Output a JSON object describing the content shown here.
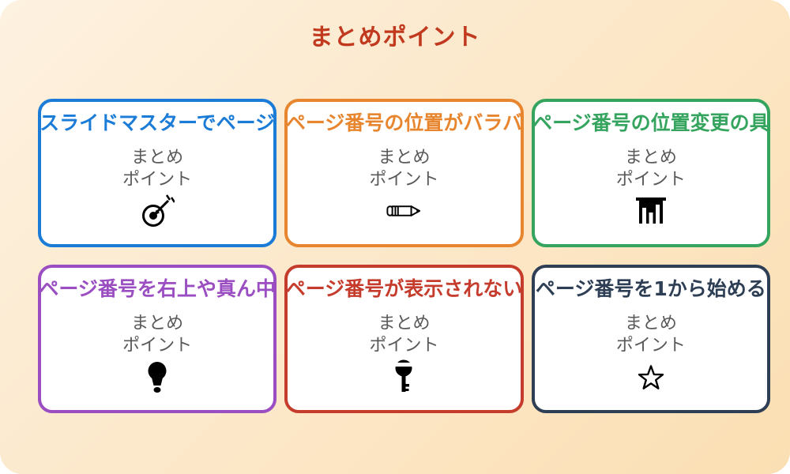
{
  "page": {
    "title": "まとめポイント",
    "title_color": "#c13a1f"
  },
  "theme": {
    "bg_gradient_start": "#fdf1e0",
    "bg_gradient_end": "#fbdfb3",
    "card_bg": "#ffffff",
    "body_text_color": "#595959"
  },
  "card_body": {
    "line1": "まとめ",
    "line2": "ポイント"
  },
  "cards": [
    {
      "title": "スライドマスターでページ",
      "color": "#1b7cd8",
      "icon": "target-arrow-icon"
    },
    {
      "title": "ページ番号の位置がバラバ",
      "color": "#e8862f",
      "icon": "pencil-icon"
    },
    {
      "title": "ページ番号の位置変更の具",
      "color": "#34a45e",
      "icon": "bar-chart-icon"
    },
    {
      "title": "ページ番号を右上や真ん中",
      "color": "#9a4ec2",
      "icon": "lightbulb-icon"
    },
    {
      "title": "ページ番号が表示されない",
      "color": "#c53c2c",
      "icon": "key-icon"
    },
    {
      "title": "ページ番号を1から始める",
      "color": "#2e3f55",
      "icon": "star-icon"
    }
  ]
}
